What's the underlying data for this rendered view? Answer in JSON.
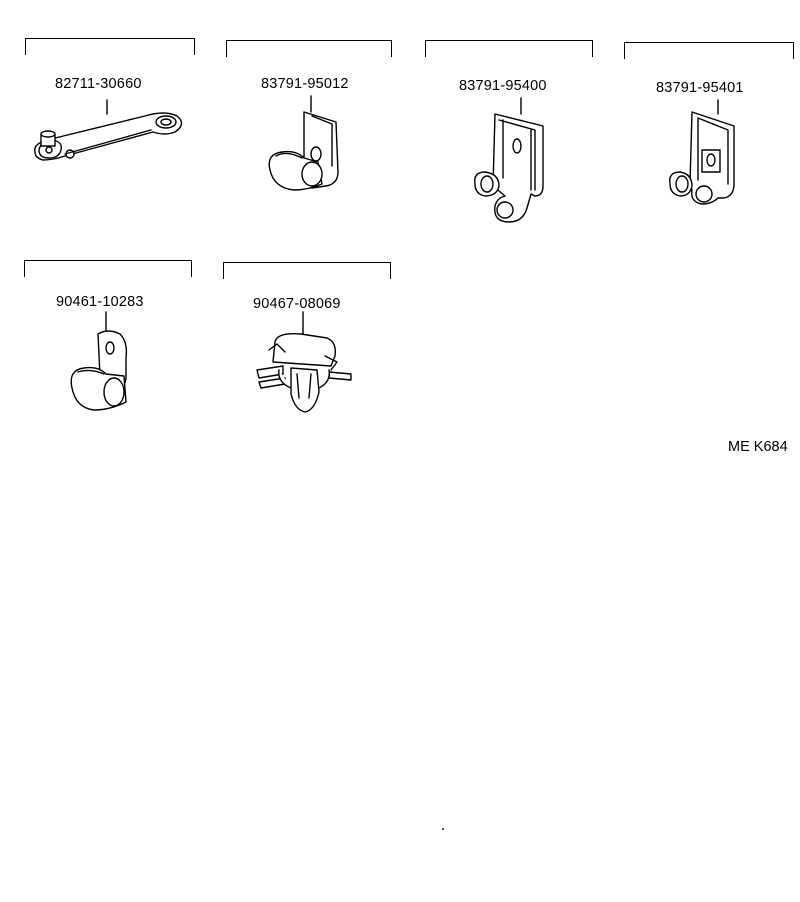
{
  "parts": [
    {
      "part_number": "82711-30660",
      "icon": "wire-harness-retainer-icon"
    },
    {
      "part_number": "83791-95012",
      "icon": "cable-clamp-icon"
    },
    {
      "part_number": "83791-95400",
      "icon": "bracket-clamp-icon"
    },
    {
      "part_number": "83791-95401",
      "icon": "bracket-clamp-icon"
    },
    {
      "part_number": "90461-10283",
      "icon": "p-clamp-icon"
    },
    {
      "part_number": "90467-08069",
      "icon": "push-clip-icon"
    }
  ],
  "diagram_code": "ME K684"
}
